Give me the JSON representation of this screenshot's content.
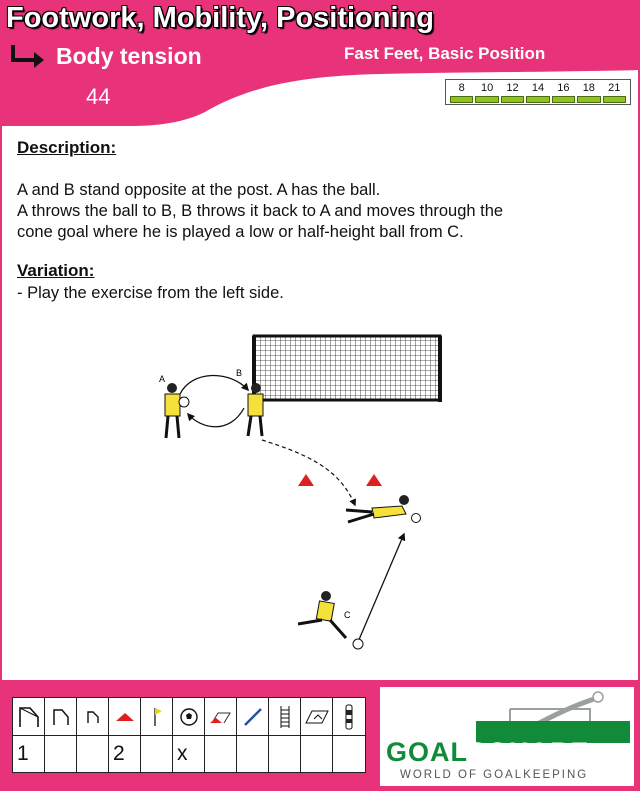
{
  "header": {
    "title": "Footwork, Mobility, Positioning",
    "subtitle": "Body tension",
    "topic": "Fast Feet, Basic Position",
    "number": "44",
    "age_scale": [
      "8",
      "10",
      "12",
      "14",
      "16",
      "18",
      "21"
    ],
    "brand_color": "#e8327a",
    "bar_color": "#8fc31f"
  },
  "description": {
    "heading": "Description:",
    "lines": [
      "A and B stand opposite at the post. A has the ball.",
      "A throws the ball to B, B throws it back to A and moves through the",
      "cone goal where he is played a low or half-height ball from C."
    ]
  },
  "variation": {
    "heading": "Variation:",
    "lines": [
      "- Play the exercise from the left side."
    ]
  },
  "diagram": {
    "labels": {
      "a": "A",
      "b": "B",
      "c": "C"
    }
  },
  "equipment": {
    "icons": [
      "big-goal-icon",
      "medium-goal-icon",
      "small-goal-icon",
      "cone-icon",
      "flag-icon",
      "ball-icon",
      "hurdle-icon",
      "pole-icon",
      "ladder-icon",
      "mat-icon",
      "dummy-icon"
    ],
    "counts": [
      "1",
      "",
      "",
      "2",
      "",
      "x",
      "",
      "",
      "",
      "",
      ""
    ]
  },
  "logo": {
    "word_left": "GOAL",
    "word_right": "SQUARE",
    "tagline": "WORLD OF GOALKEEPING"
  }
}
